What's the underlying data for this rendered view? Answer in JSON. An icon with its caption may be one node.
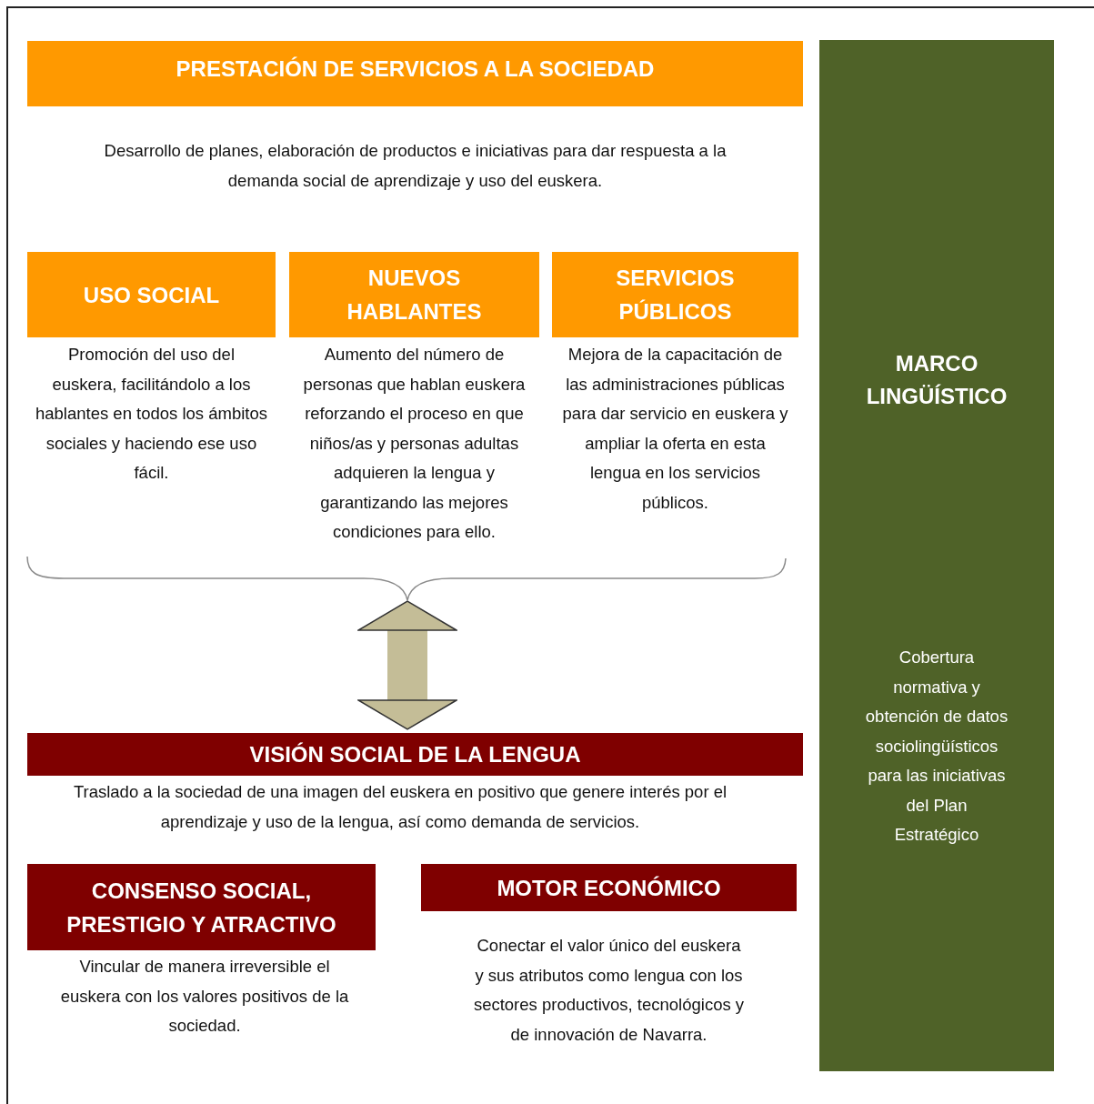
{
  "diagram": {
    "nodes": [
      {
        "text": [
          "PRESTACIÓN DE SERVICIOS A LA SOCIEDAD"
        ],
        "beside": [
          "Desarrollo de planes, elaboración de productos e iniciativas para dar respuesta a la demanda social de aprendizaje y uso del euskera."
        ]
      },
      {
        "text": [
          "USO SOCIAL"
        ],
        "beside": [
          "Promoción del uso del euskera, facilitándolo a los hablantes en todos los ámbitos sociales y haciendo ese uso fácil."
        ]
      },
      {
        "text": [
          "NUEVOS HABLANTES"
        ],
        "beside": [
          "Aumento del número de personas que hablan euskera reforzando el proceso en que niños/as y personas adultas adquieren la lengua y garantizando las mejores condiciones para ello."
        ]
      },
      {
        "text": [
          "SERVICIOS PÚBLICOS"
        ],
        "beside": [
          "Mejora de la capacitación de las administraciones públicas para dar servicio en euskera y ampliar la oferta en esta lengua en los servicios públicos."
        ]
      },
      {
        "text": [
          "VISIÓN SOCIAL DE LA LENGUA"
        ],
        "beside": [
          "Traslado a la sociedad de una imagen del euskera en positivo que genere interés por el aprendizaje y uso de la lengua, así como demanda de servicios."
        ]
      },
      {
        "text": [
          "CONSENSO SOCIAL, PRESTIGIO Y ATRACTIVO"
        ],
        "beside": [
          "Vincular de manera irreversible el euskera con los valores positivos de la sociedad."
        ]
      },
      {
        "text": [
          "MOTOR ECONÓMICO"
        ],
        "beside": [
          "Conectar el valor único del euskera y sus atributos como lengua con los sectores productivos, tecnológicos y de innovación de Navarra."
        ]
      },
      {
        "text": [
          "MARCO LINGÜÍSTICO",
          "Cobertura normativa y obtención de datos sociolingüísticos para las iniciativas del Plan Estratégico"
        ]
      }
    ],
    "edges": [
      {
        "from": 2,
        "to": 4,
        "arrow": "both"
      }
    ]
  }
}
